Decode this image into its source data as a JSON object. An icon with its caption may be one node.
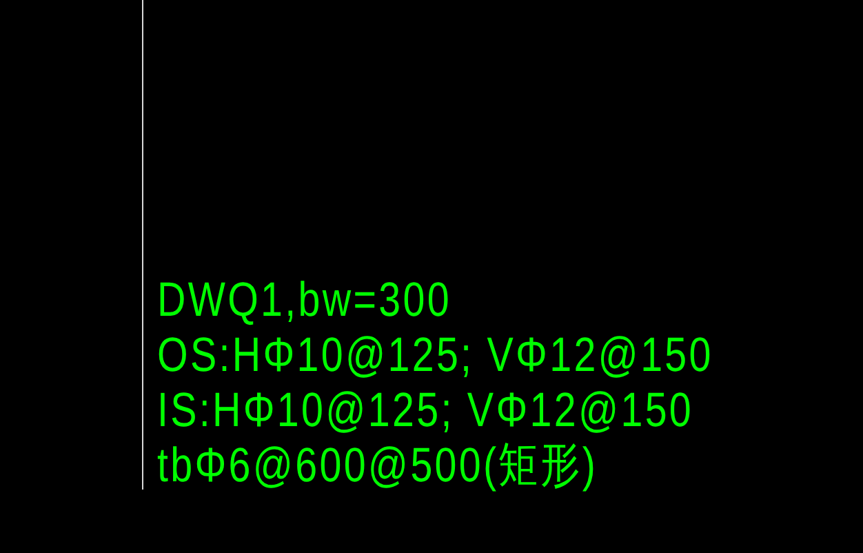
{
  "diagram": {
    "labels": [
      "DWQ1,bw=300",
      "OS:HΦ10@125; VΦ12@150",
      "IS:HΦ10@125; VΦ12@150",
      "tbΦ6@600@500(矩形)"
    ]
  }
}
